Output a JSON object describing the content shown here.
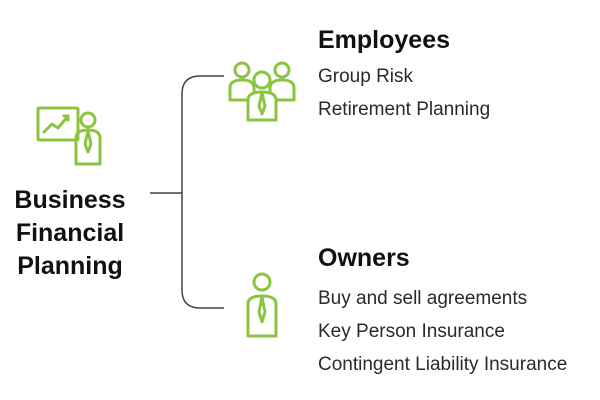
{
  "colors": {
    "accent": "#8bc53f",
    "line": "#444444",
    "text": "#111111"
  },
  "root": {
    "title_lines": [
      "Business",
      "Financial",
      "Planning"
    ],
    "icon": "presenter-chart-icon"
  },
  "branches": [
    {
      "title": "Employees",
      "icon": "group-people-icon",
      "items": [
        "Group Risk",
        "Retirement Planning"
      ]
    },
    {
      "title": "Owners",
      "icon": "person-tie-icon",
      "items": [
        "Buy and sell agreements",
        "Key Person Insurance",
        "Contingent Liability Insurance"
      ]
    }
  ]
}
